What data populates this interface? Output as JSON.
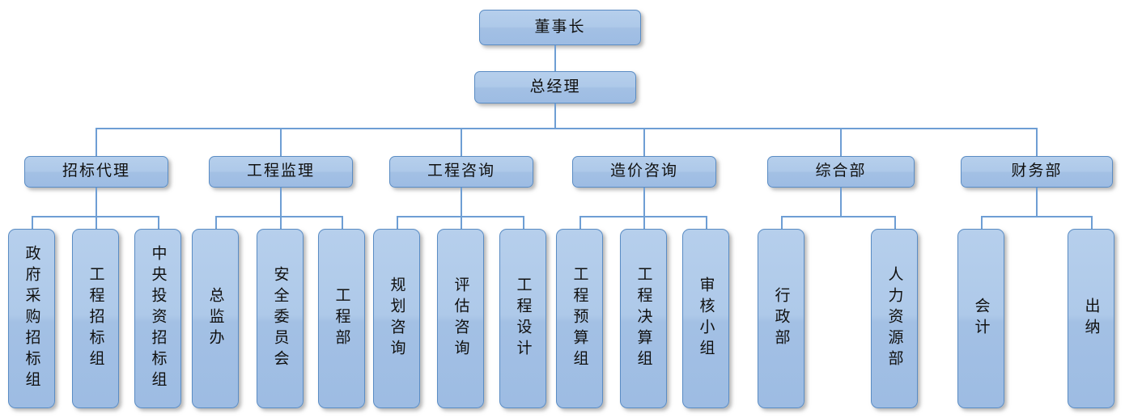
{
  "chart_meta": {
    "type": "org-chart",
    "title": "",
    "orientation": "top-down",
    "levels": 3,
    "node_fill_top": "#b6cfec",
    "node_fill_bottom": "#9dbce3",
    "node_border": "#5a8cc4",
    "connector_color": "#6e9ed4",
    "text_color": "#10100f",
    "background": "#ffffff"
  },
  "level1": {
    "chairman": "董事长",
    "general_manager": "总经理"
  },
  "level2": [
    {
      "label": "招标代理"
    },
    {
      "label": "工程监理"
    },
    {
      "label": "工程咨询"
    },
    {
      "label": "造价咨询"
    },
    {
      "label": "综合部"
    },
    {
      "label": "财务部"
    }
  ],
  "level3": {
    "group1": [
      {
        "label": "政府采购招标组"
      },
      {
        "label": "工程招标组"
      },
      {
        "label": "中央投资招标组"
      }
    ],
    "group2": [
      {
        "label": "总监办"
      },
      {
        "label": "安全委员会"
      },
      {
        "label": "工程部"
      }
    ],
    "group3": [
      {
        "label": "规划咨询"
      },
      {
        "label": "评估咨询"
      },
      {
        "label": "工程设计"
      }
    ],
    "group4": [
      {
        "label": "工程预算组"
      },
      {
        "label": "工程决算组"
      },
      {
        "label": "审核小组"
      }
    ],
    "group5": [
      {
        "label": "行政部"
      },
      {
        "label": "人力资源部"
      }
    ],
    "group6": [
      {
        "label": "会计"
      },
      {
        "label": "出纳"
      }
    ]
  }
}
